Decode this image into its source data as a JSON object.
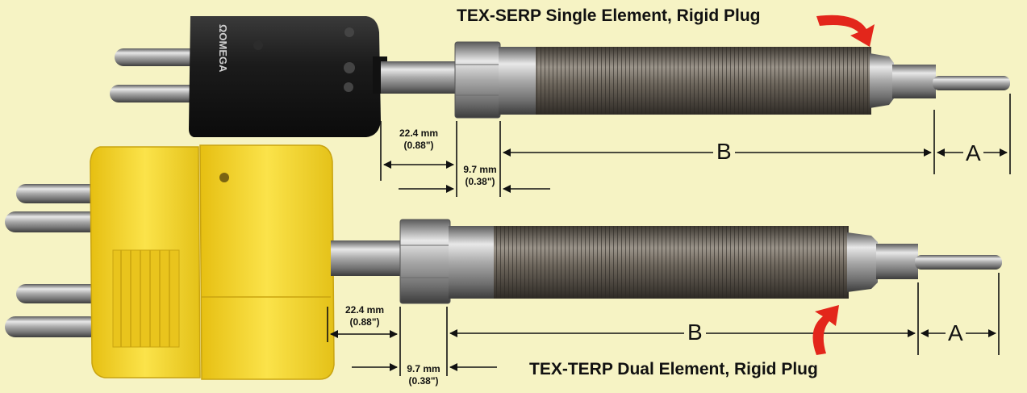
{
  "top_product": {
    "title": "TEX-SERP Single Element, Rigid Plug",
    "dim_length_mm": "22.4 mm",
    "dim_length_in": "(0.88\")",
    "dim_hex_mm": "9.7 mm",
    "dim_hex_in": "(0.38\")",
    "dim_b": "B",
    "dim_a": "A",
    "connector_color": "#1c1c1c"
  },
  "bottom_product": {
    "title": "TEX-TERP Dual Element, Rigid Plug",
    "dim_length_mm": "22.4 mm",
    "dim_length_in": "(0.88\")",
    "dim_hex_mm": "9.7 mm",
    "dim_hex_in": "(0.38\")",
    "dim_b": "B",
    "dim_a": "A",
    "connector_color": "#f2d21c"
  },
  "accent_arrow_color": "#e3261b",
  "background_color": "#f6f3c4"
}
